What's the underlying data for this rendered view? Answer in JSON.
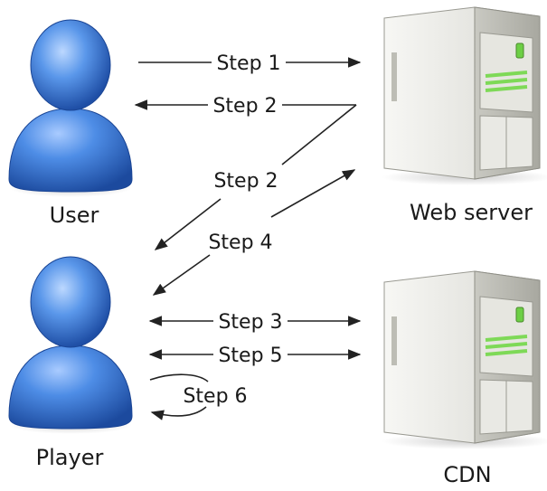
{
  "nodes": {
    "user": {
      "label": "User",
      "icon": "person-icon"
    },
    "player": {
      "label": "Player",
      "icon": "person-icon"
    },
    "web_server": {
      "label": "Web server",
      "icon": "server-tower-icon"
    },
    "cdn": {
      "label": "CDN",
      "icon": "server-tower-icon"
    }
  },
  "edges": {
    "user_to_web": {
      "label": "Step 1",
      "from": "User",
      "to": "Web server"
    },
    "web_to_user": {
      "label": "Step 2",
      "from": "Web server",
      "to": "User"
    },
    "web_to_player": {
      "label": "Step 2",
      "from": "Web server",
      "to": "Player"
    },
    "player_web": {
      "label": "Step 4",
      "from": "Player",
      "to": "Web server"
    },
    "player_cdn_3": {
      "label": "Step 3",
      "from": "Player",
      "to": "CDN"
    },
    "player_cdn_5": {
      "label": "Step 5",
      "from": "Player",
      "to": "CDN"
    },
    "player_self": {
      "label": "Step 6",
      "from": "Player",
      "to": "Player"
    }
  },
  "colors": {
    "person_blue": "#3f7fdc",
    "person_dark": "#1c4fa8",
    "server_body": "#eeeeea",
    "server_accent": "#7ed957"
  }
}
